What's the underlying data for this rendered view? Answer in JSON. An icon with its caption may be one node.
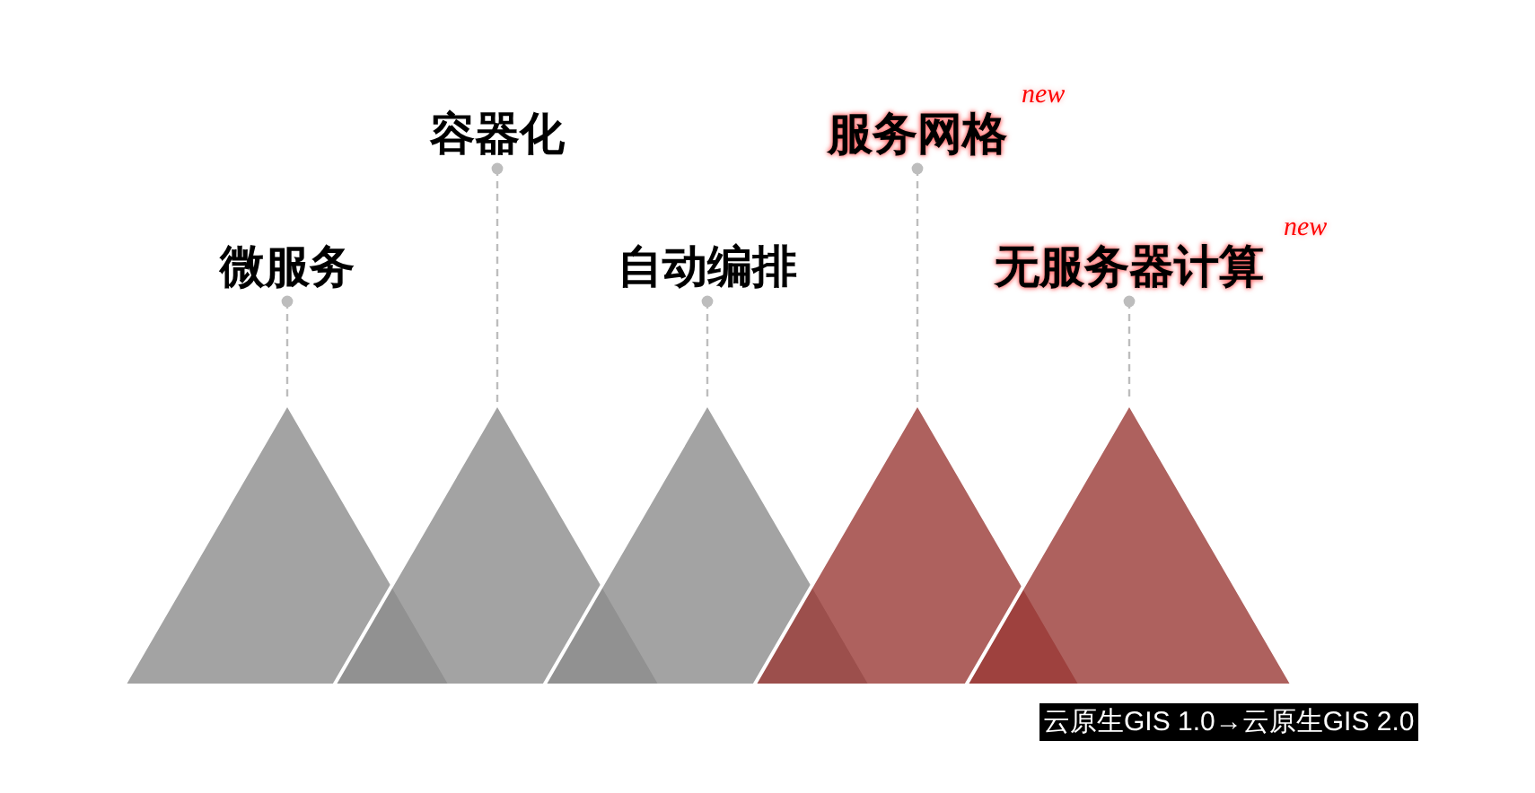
{
  "diagram": {
    "nodes": [
      {
        "text": [
          "微服务"
        ]
      },
      {
        "text": [
          "容器化"
        ]
      },
      {
        "text": [
          "自动编排"
        ]
      },
      {
        "text": [
          "服务网格"
        ],
        "beside": [
          "new"
        ]
      },
      {
        "text": [
          "无服务器计算"
        ],
        "beside": [
          "new"
        ]
      },
      {
        "text": [],
        "shape": "triangle"
      },
      {
        "text": [],
        "shape": "triangle"
      },
      {
        "text": [],
        "shape": "triangle"
      },
      {
        "text": [],
        "shape": "triangle"
      },
      {
        "text": [],
        "shape": "triangle"
      }
    ],
    "edges": [
      {
        "from": 0,
        "to": 5,
        "arrow": "other",
        "style": "dashed"
      },
      {
        "from": 1,
        "to": 6,
        "arrow": "other",
        "style": "dashed"
      },
      {
        "from": 2,
        "to": 7,
        "arrow": "other",
        "style": "dashed"
      },
      {
        "from": 3,
        "to": 8,
        "arrow": "other",
        "style": "dashed"
      },
      {
        "from": 4,
        "to": 9,
        "arrow": "other",
        "style": "dashed"
      }
    ],
    "labels": [
      "云原生GIS 1.0→云原生GIS 2.0"
    ]
  }
}
